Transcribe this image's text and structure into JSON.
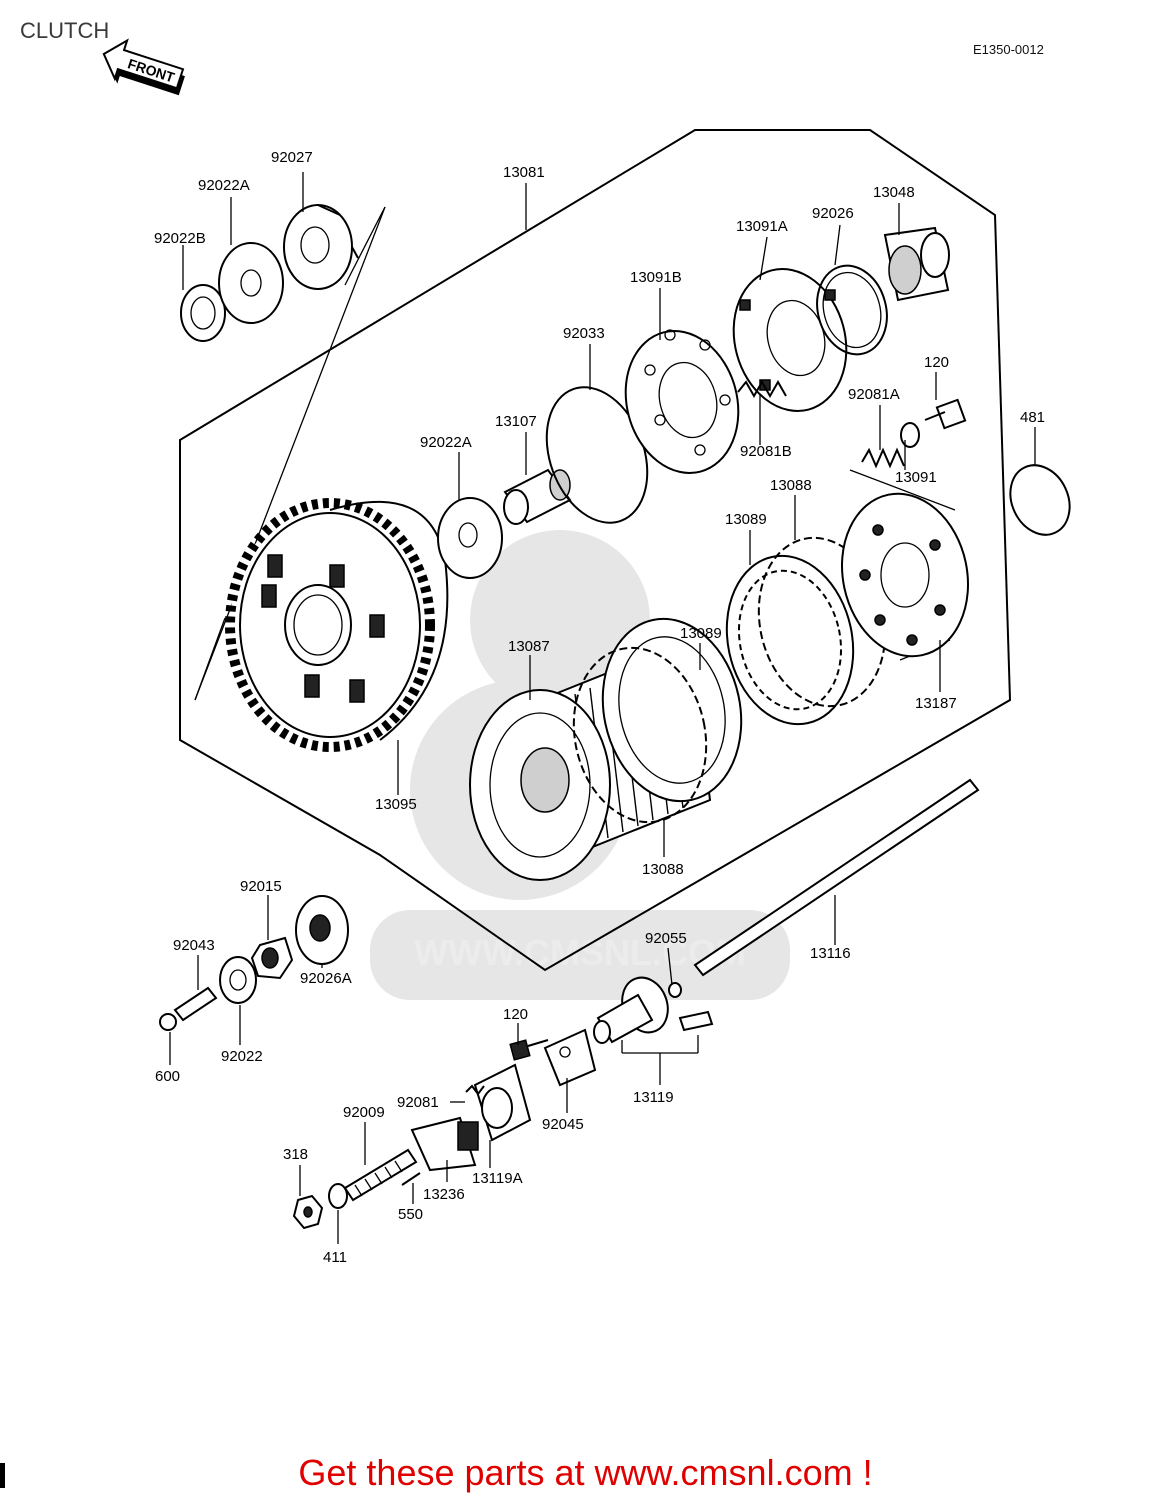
{
  "title": "CLUTCH",
  "diagram_code": "E1350-0012",
  "front_marker": "FRONT",
  "watermark": "WWW.CMSNL.COM",
  "cta_text": "Get these parts at www.cmsnl.com !",
  "labels": {
    "p92027": "92027",
    "p92022A_top": "92022A",
    "p92022B": "92022B",
    "p13081": "13081",
    "p13048": "13048",
    "p92026": "92026",
    "p13091A": "13091A",
    "p13091B": "13091B",
    "p92033": "92033",
    "p120_top": "120",
    "p92081A": "92081A",
    "p481": "481",
    "p13107": "13107",
    "p92022A_mid": "92022A",
    "p92081B": "92081B",
    "p13091": "13091",
    "p13088_top": "13088",
    "p13089_top": "13089",
    "p13087": "13087",
    "p13089_mid": "13089",
    "p13187": "13187",
    "p13095": "13095",
    "p13088_bot": "13088",
    "p92015": "92015",
    "p92043": "92043",
    "p92026A": "92026A",
    "p92022": "92022",
    "p600": "600",
    "p92055": "92055",
    "p13116": "13116",
    "p120_bot": "120",
    "p13119": "13119",
    "p92081": "92081",
    "p92045": "92045",
    "p92009": "92009",
    "p318": "318",
    "p13119A": "13119A",
    "p13236": "13236",
    "p550": "550",
    "p411": "411"
  }
}
